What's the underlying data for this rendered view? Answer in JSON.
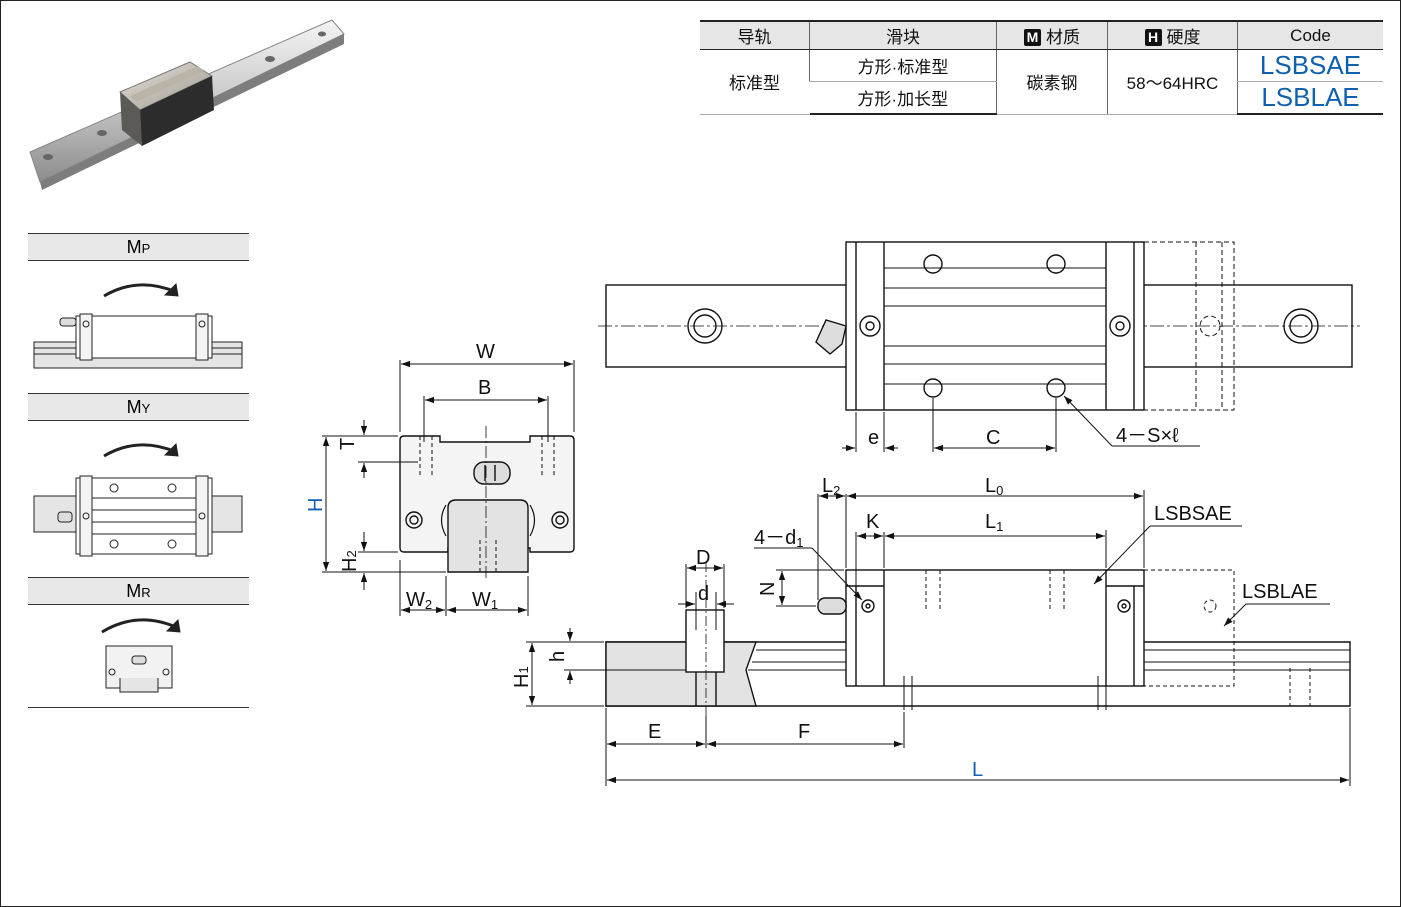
{
  "spec_table": {
    "headers": {
      "rail": "导轨",
      "block": "滑块",
      "material": "材质",
      "hardness": "硬度",
      "code": "Code"
    },
    "header_badges": {
      "material": "M",
      "hardness": "H"
    },
    "rail_type": "标准型",
    "blocks": [
      "方形·标准型",
      "方形·加长型"
    ],
    "material": "碳素钢",
    "hardness": "58～64HRC",
    "codes": [
      "LSBSAE",
      "LSBLAE"
    ],
    "code_color": "#1060b0"
  },
  "moments": [
    {
      "main": "M",
      "sub": "P"
    },
    {
      "main": "M",
      "sub": "Y"
    },
    {
      "main": "M",
      "sub": "R"
    }
  ],
  "dims": {
    "W": "W",
    "B": "B",
    "T": "T",
    "H": "H",
    "H2": "H",
    "H2_sub": "2",
    "W2": "W",
    "W2_sub": "2",
    "W1": "W",
    "W1_sub": "1",
    "e": "e",
    "C": "C",
    "holes": "4－S×ℓ",
    "L2": "L",
    "L2_sub": "2",
    "L0": "L",
    "L0_sub": "0",
    "K": "K",
    "L1": "L",
    "L1_sub": "1",
    "d1": "4－d",
    "d1_sub": "1",
    "D": "D",
    "d": "d",
    "N": "N",
    "h": "h",
    "H1": "H",
    "H1_sub": "1",
    "E": "E",
    "F": "F",
    "L": "L",
    "callout_std": "LSBSAE",
    "callout_long": "LSBLAE"
  },
  "colors": {
    "accent": "#1060b0",
    "line": "#111111",
    "block_fill": "#efefef",
    "rail_fill": "#dedede"
  }
}
